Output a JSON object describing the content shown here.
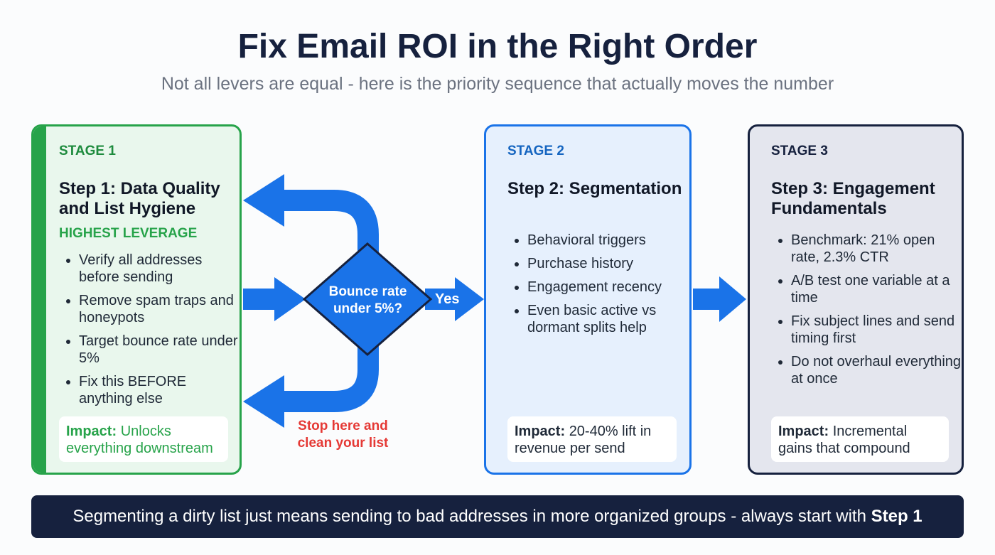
{
  "title": "Fix Email ROI in the Right Order",
  "subtitle": "Not all levers are equal - here is the priority sequence that actually moves the number",
  "colors": {
    "green": "#27a34a",
    "blue": "#1a73e8",
    "navy": "#16213e",
    "red": "#e53935"
  },
  "stage1": {
    "stage": "STAGE 1",
    "title": "Step 1: Data Quality and List Hygiene",
    "tag": "HIGHEST LEVERAGE",
    "bullets": [
      "Verify all addresses before sending",
      "Remove spam traps and honeypots",
      "Target bounce rate under 5%",
      "Fix this BEFORE anything else"
    ],
    "impact_label": "Impact:",
    "impact_text": "Unlocks everything downstream"
  },
  "decision": {
    "question": "Bounce rate under 5%?",
    "yes": "Yes",
    "no_action": "Stop here and clean your list"
  },
  "stage2": {
    "stage": "STAGE 2",
    "title": "Step 2: Segmentation",
    "bullets": [
      "Behavioral triggers",
      "Purchase history",
      "Engagement recency",
      "Even basic active vs dormant splits help"
    ],
    "impact_label": "Impact:",
    "impact_text": "20-40% lift in revenue per send"
  },
  "stage3": {
    "stage": "STAGE 3",
    "title": "Step 3: Engagement Fundamentals",
    "bullets": [
      "Benchmark: 21% open rate, 2.3% CTR",
      "A/B test one variable at a time",
      "Fix subject lines and send timing first",
      "Do not overhaul everything at once"
    ],
    "impact_label": "Impact:",
    "impact_text": "Incremental gains that compound"
  },
  "footer": {
    "text": "Segmenting a dirty list just means sending to bad addresses in more organized groups - always start with",
    "emphasis": "Step 1"
  }
}
